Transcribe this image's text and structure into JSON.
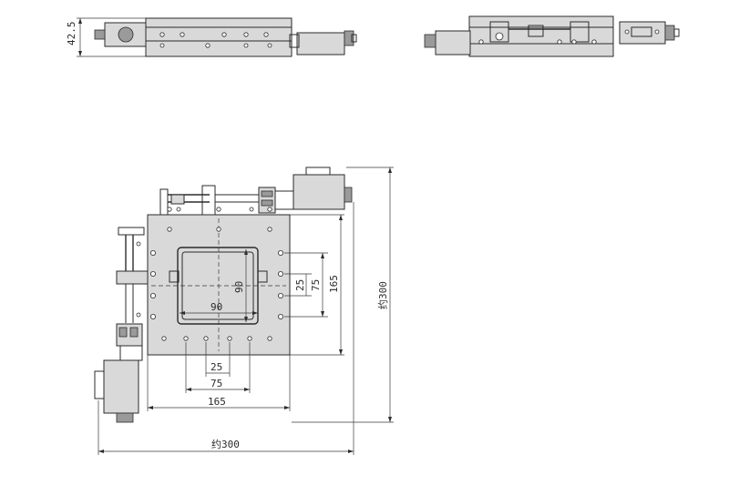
{
  "dimensions": {
    "top_height": "42.5",
    "aperture_width": "90",
    "aperture_height": "90",
    "hole_pitch_small_v": "25",
    "hole_pitch_mid_v": "75",
    "hole_pitch_large_v": "165",
    "overall_height": "约300",
    "hole_pitch_small_h": "25",
    "hole_pitch_mid_h": "75",
    "hole_pitch_large_h": "165",
    "overall_width": "约300"
  },
  "colors": {
    "line": "#2b2b2b",
    "body_fill": "#d9d9d9",
    "dark_part": "#9a9a9a",
    "background": "#ffffff"
  }
}
